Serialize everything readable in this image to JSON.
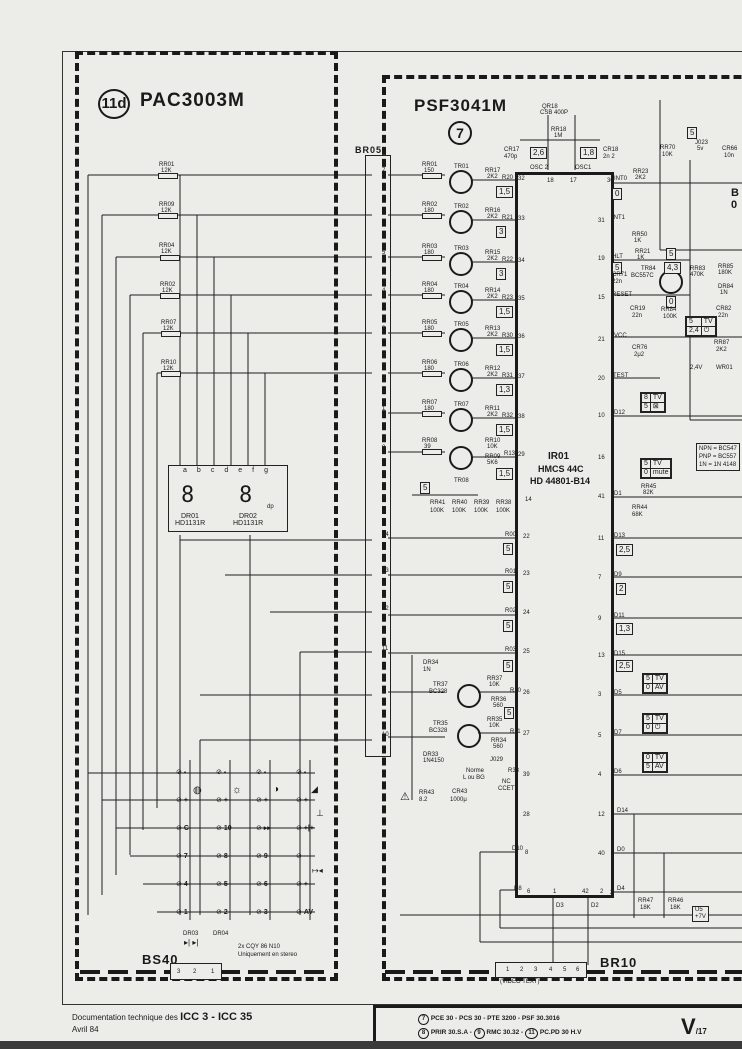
{
  "modules": {
    "pac": {
      "badge": "11d",
      "title": "PAC3003M"
    },
    "psf": {
      "badge": "7",
      "title": "PSF3041M"
    }
  },
  "connectors": {
    "br05": {
      "label": "BR05",
      "pins": [
        "7",
        "6",
        "5",
        "4",
        "3",
        "2",
        "1",
        "8",
        "14",
        "13",
        "12",
        "11",
        "9",
        "10"
      ]
    },
    "br10": {
      "label": "BR10",
      "pins": [
        "1",
        "2",
        "3",
        "4",
        "5",
        "6"
      ],
      "caption": "(VIDEO TEXT)"
    },
    "bs40": {
      "label": "BS40",
      "pins": [
        "3",
        "2",
        "1"
      ]
    }
  },
  "pac_resistors": [
    {
      "ref": "RR01",
      "value": "12K"
    },
    {
      "ref": "RR09",
      "value": "12K"
    },
    {
      "ref": "RR04",
      "value": "12K"
    },
    {
      "ref": "RR02",
      "value": "12K"
    },
    {
      "ref": "RR07",
      "value": "12K"
    },
    {
      "ref": "RR10",
      "value": "12K"
    }
  ],
  "displays": {
    "segments": [
      "a",
      "b",
      "c",
      "d",
      "e",
      "f",
      "g"
    ],
    "dp": "dp",
    "units": [
      {
        "ref": "DR01",
        "part": "HD1131R"
      },
      {
        "ref": "DR02",
        "part": "HD1131R"
      }
    ]
  },
  "keypad": {
    "rows": [
      [
        "-",
        "-",
        "-",
        "-"
      ],
      [
        "+",
        "+",
        "+",
        "+"
      ],
      [
        "C",
        "10",
        "▸▸",
        "+|+"
      ],
      [
        "7",
        "8",
        "9",
        "-"
      ],
      [
        "4",
        "5",
        "6",
        "+"
      ],
      [
        "1",
        "2",
        "3",
        "AV"
      ]
    ],
    "icons": [
      "color-icon",
      "brightness-icon",
      "contrast-icon",
      "volume-icon"
    ]
  },
  "leds": {
    "refs": [
      "DR03",
      "DR04"
    ],
    "note_line1": "2x CQY 86 N10",
    "note_line2": "Uniquement en stereo"
  },
  "transistor_rows": [
    {
      "bbr": "RR01",
      "bval": "150",
      "tr": "TR01",
      "cr": "RR17",
      "cval": "2K2",
      "net": "R20",
      "pin": "32",
      "v": "1,5"
    },
    {
      "bbr": "RR02",
      "bval": "180",
      "tr": "TR02",
      "cr": "RR16",
      "cval": "2K2",
      "net": "R21",
      "pin": "33",
      "v": "3"
    },
    {
      "bbr": "RR03",
      "bval": "180",
      "tr": "TR03",
      "cr": "RR15",
      "cval": "2K2",
      "net": "R22",
      "pin": "34",
      "v": "3"
    },
    {
      "bbr": "RR04",
      "bval": "180",
      "tr": "TR04",
      "cr": "RR14",
      "cval": "2K2",
      "net": "R23",
      "pin": "35",
      "v": "1,5"
    },
    {
      "bbr": "RR05",
      "bval": "180",
      "tr": "TR05",
      "cr": "RR13",
      "cval": "2K2",
      "net": "R30",
      "pin": "36",
      "v": "1,5"
    },
    {
      "bbr": "RR06",
      "bval": "180",
      "tr": "TR06",
      "cr": "RR12",
      "cval": "2K2",
      "net": "R31",
      "pin": "37",
      "v": "1,3"
    },
    {
      "bbr": "RR07",
      "bval": "180",
      "tr": "TR07",
      "cr": "RR11",
      "cval": "2K2",
      "net": "R32",
      "pin": "38",
      "v": "1,5"
    },
    {
      "bbr": "RR08",
      "bval": "39",
      "tr": "TR08",
      "cr": "RR09",
      "cval": "5K6",
      "net": "R13",
      "pin": "29",
      "v": "1,5"
    }
  ],
  "rr10": {
    "ref": "RR10",
    "value": "10K"
  },
  "oscillator": {
    "crystal": "QR18",
    "crystal_val": "CSB 400P",
    "res": "RR18",
    "res_val": "1M",
    "c17": "CR17",
    "c17_val": "470p",
    "c18": "CR18",
    "c18_val": "2n 2",
    "v_osc2": "2,6",
    "v_osc1": "1,8",
    "osc2": "OSC 2",
    "osc1": "OSC1",
    "pin18": "18",
    "pin17": "17"
  },
  "ic": {
    "ref": "IR01",
    "line2": "HMCS 44C",
    "line3": "HD 44801-B14"
  },
  "pullups": {
    "v": "5",
    "refs": [
      {
        "ref": "RR41",
        "value": "100K"
      },
      {
        "ref": "RR40",
        "value": "100K"
      },
      {
        "ref": "RR39",
        "value": "100K"
      },
      {
        "ref": "RR38",
        "value": "100K"
      }
    ],
    "pin14": "14"
  },
  "r_lines": [
    {
      "net": "R00",
      "pin": "22",
      "v": "5",
      "br": "14"
    },
    {
      "net": "R01",
      "pin": "23",
      "v": "5",
      "br": "13"
    },
    {
      "net": "R02",
      "pin": "24",
      "v": "5",
      "br": "12"
    },
    {
      "net": "R03",
      "pin": "25",
      "v": "5",
      "br": "11"
    }
  ],
  "lower_tr": [
    {
      "tr": "TR37",
      "type": "BC328",
      "rb": "RR37",
      "rbv": "10K",
      "rc": "RR36",
      "rcv": "560",
      "net": "R10",
      "pin": "26",
      "br": "9"
    },
    {
      "tr": "TR35",
      "type": "BC328",
      "rb": "RR35",
      "rbv": "10K",
      "rc": "RR34",
      "rcv": "560",
      "net": "R11",
      "pin": "27",
      "br": "10"
    }
  ],
  "lower_v": "5",
  "diodes": {
    "dr34": "DR34",
    "dr34v": "1N",
    "dr33": "DR33",
    "dr33v": "1N4150"
  },
  "jumper29": {
    "ref": "J029",
    "left": "Norme",
    "left2": "L ou BG",
    "right": "NC",
    "right2": "CCETT",
    "net": "R33",
    "pin": "39"
  },
  "rr43": {
    "ref": "RR43",
    "value": "8.2"
  },
  "cr43": {
    "ref": "CR43",
    "value": "1000μ"
  },
  "pin28": "28",
  "right_pins": {
    "int0": {
      "net": "INT0",
      "pin": "30",
      "v": "0",
      "res": "RR23",
      "resv": "2K2"
    },
    "int1": {
      "net": "INT1",
      "pin": "31",
      "res": "RR50",
      "resv": "1K"
    },
    "hlt": {
      "net": "HLT",
      "pin": "19",
      "res": "RR21",
      "resv": "1K",
      "v": "5"
    },
    "reset": {
      "net": "RESET",
      "pin": "15",
      "cap": "CR19",
      "capv": "22n"
    },
    "vcc": {
      "net": "VCC",
      "pin": "21",
      "cap": "CR76",
      "capv": "2μ2"
    },
    "test": {
      "net": "TEST",
      "pin": "20"
    },
    "cr71": {
      "ref": "CR71",
      "value": "22n"
    },
    "tr84": {
      "ref": "TR84",
      "type": "BC557C",
      "v1": "4,3",
      "v2": "0"
    },
    "rr84": {
      "ref": "RR84",
      "value": "100K"
    },
    "rr70": {
      "ref": "RR70",
      "value": "10K"
    },
    "j023": {
      "ref": "J023",
      "value": "5v",
      "v": "5"
    },
    "cr66": {
      "ref": "CR66",
      "value": "10n"
    },
    "rr83": {
      "ref": "RR83",
      "value": "470K"
    },
    "rr85": {
      "ref": "RR85",
      "value": "180K"
    },
    "dr84": {
      "ref": "DR84",
      "value": "1N"
    },
    "cr82": {
      "ref": "CR82",
      "value": "22n"
    },
    "rr87": {
      "ref": "RR87",
      "value": "2K2"
    },
    "wr01": {
      "ref": "WR01",
      "value": "2,4V"
    },
    "state_tv": {
      "a": "5",
      "b": "TV",
      "c": "2,4",
      "d": "⏻"
    }
  },
  "d_lines": [
    {
      "net": "D12",
      "pin": "10",
      "tbl": [
        [
          "8",
          "TV"
        ],
        [
          "5",
          "⊠"
        ]
      ]
    },
    {
      "net": "D1",
      "pin": "41",
      "tbl": [
        [
          "5",
          "TV"
        ],
        [
          "0",
          "mute"
        ]
      ],
      "r1": "RR45",
      "r1v": "82K",
      "r2": "RR44",
      "r2v": "68K"
    },
    {
      "net": "D13",
      "pin": "11",
      "v": "2,5"
    },
    {
      "net": "D9",
      "pin": "7",
      "v": "2"
    },
    {
      "net": "D11",
      "pin": "9",
      "v": "1,3"
    },
    {
      "net": "D15",
      "pin": "13",
      "v": "2,5"
    },
    {
      "net": "D5",
      "pin": "3",
      "tbl": [
        [
          "5",
          "TV"
        ],
        [
          "0",
          "AV"
        ]
      ]
    },
    {
      "net": "D7",
      "pin": "5",
      "tbl": [
        [
          "5",
          "TV"
        ],
        [
          "0",
          "⏻"
        ]
      ]
    },
    {
      "net": "D6",
      "pin": "4",
      "tbl": [
        [
          "0",
          "TV"
        ],
        [
          "5",
          "AV"
        ]
      ]
    },
    {
      "net": "D14",
      "pin": "12"
    },
    {
      "net": "D0",
      "pin": "40"
    },
    {
      "net": "D4",
      "pin": "2"
    }
  ],
  "pin16": "16",
  "bottom_ic": {
    "d10": "D10",
    "p8": "8",
    "d8": "D8",
    "p6": "6",
    "p1": "1",
    "p42": "42",
    "p2": "2",
    "d3": "D3",
    "d2": "D2"
  },
  "rr47": {
    "ref": "RR47",
    "value": "18K"
  },
  "rr46": {
    "ref": "RR46",
    "value": "18K"
  },
  "u5": {
    "a": "U5",
    "b": "+7V"
  },
  "legend": {
    "l1": "NPN = BC547",
    "l2": "PNP = BC557",
    "l3": "1N = 1N 4148"
  },
  "right_cut": {
    "b": "B",
    "o": "0"
  },
  "footer": {
    "doc": "Documentation technique des",
    "models": "ICC 3 - ICC 35",
    "date": "Avril 84",
    "r1_badge": "7",
    "r1": "PCE 30 - PCS 30 - PTE 3200 - PSF 30.3016",
    "r2a_badge": "8",
    "r2a": "PRIR 30.S.A -",
    "r2b_badge": "9",
    "r2b": "RMC 30.32 -",
    "r2c_badge": "11",
    "r2c": "PC.PD 30 H.V",
    "page": "V",
    "page_sub": "17"
  }
}
